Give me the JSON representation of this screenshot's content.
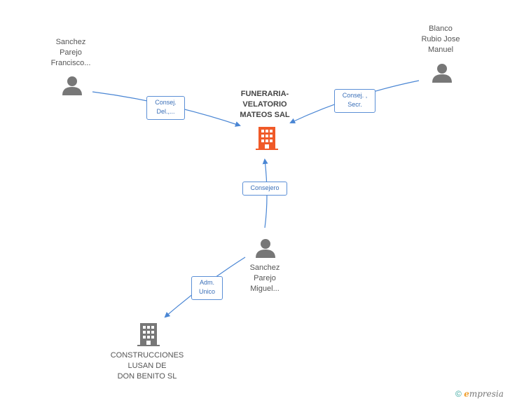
{
  "nodes": {
    "sanchez_francisco": "Sanchez\nParejo\nFrancisco...",
    "blanco_rubio": "Blanco\nRubio Jose\nManuel",
    "funeraria": "FUNERARIA-\nVELATORIO\nMATEOS SAL",
    "sanchez_miguel": "Sanchez\nParejo\nMiguel...",
    "construcciones": "CONSTRUCCIONES\nLUSAN DE\nDON BENITO SL"
  },
  "edges": {
    "francisco_to_funeraria": "Consej.\nDel.,...",
    "blanco_to_funeraria": "Consej. ,\nSecr.",
    "miguel_to_funeraria": "Consejero",
    "miguel_to_construcciones": "Adm.\nUnico"
  },
  "watermark": {
    "symbol": "©",
    "brand_initial": "e",
    "brand_rest": "mpresia"
  },
  "colors": {
    "edge": "#4a86d4",
    "person_icon": "#777777",
    "highlight_building": "#f05a28",
    "building": "#777777"
  }
}
